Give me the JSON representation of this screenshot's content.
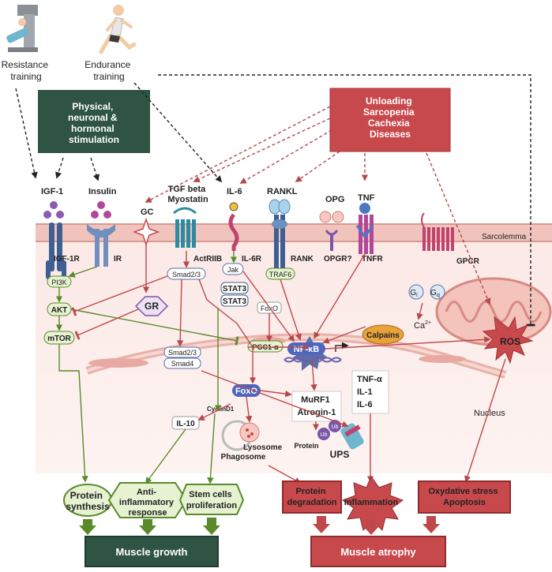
{
  "inputs": {
    "resistance_training": [
      "Resistance",
      "training"
    ],
    "endurance_training": [
      "Endurance",
      "training"
    ],
    "physical_stim": [
      "Physical,",
      "neuronal &",
      "hormonal",
      "stimulation"
    ],
    "unloading": [
      "Unloading",
      "Sarcopenia",
      "Cachexia",
      "Diseases"
    ]
  },
  "ligands": {
    "igf1": "IGF-1",
    "insulin": "Insulin",
    "gc": "GC",
    "tgf": [
      "TGF beta",
      "Myostatin"
    ],
    "il6": "IL-6",
    "rankl": "RANKL",
    "opg": "OPG",
    "tnf": "TNF"
  },
  "receptors": {
    "igf1r": "IGF-1R",
    "ir": "IR",
    "actriib": "ActRIIB",
    "il6r": "IL-6R",
    "rank": "RANK",
    "opgr": "OPGR?",
    "tnfr": "TNFR",
    "gpcr": "GPCR"
  },
  "membrane": {
    "sarcolemma": "Sarcolemma",
    "nucleus": "Nucleus"
  },
  "signaling": {
    "pi3k": "PI3K",
    "akt": "AKT",
    "mtor": "mTOR",
    "gr": "GR",
    "smad23": "Smad2/3",
    "smad23b": "Smad2/3",
    "smad4": "Smad4",
    "jak": "Jak",
    "stat3a": "STAT3",
    "stat3b": "STAT3",
    "foxo_cyto": "FoxO",
    "traf6": "TRAF6",
    "gi": "G",
    "gi_sub": "i",
    "gq": "G",
    "gq_sub": "q",
    "ca": "Ca",
    "ca_sup": "2+",
    "calpains": "Calpains",
    "ros": "ROS",
    "pgc1a": "PGC1-α",
    "nfkb": "NF-κB",
    "foxo_nuc": "FoxO",
    "tnfa": "TNF-α",
    "il1": "IL-1",
    "il6b": "IL-6",
    "murf1": "MuRF1",
    "atrogin1": "Atrogin-1",
    "cyclind1": "CyclinD1",
    "il10": "IL-10",
    "lysosome": "Lysosome",
    "phagosome": "Phagosome",
    "protein": "Protein",
    "ub1": "Ub",
    "ub2": "Ub",
    "ups": "UPS"
  },
  "outcomes": {
    "protein_synthesis": [
      "Protein",
      "synthesis"
    ],
    "anti_inflammatory": [
      "Anti-",
      "inflammatory",
      "response"
    ],
    "stem_cells": [
      "Stem cells",
      "proliferation"
    ],
    "muscle_growth": "Muscle growth",
    "protein_degradation": [
      "Protein",
      "degradation"
    ],
    "inflammation": "Inflammation",
    "oxidative": [
      "Oxydative stress",
      "Apoptosis"
    ],
    "muscle_atrophy": "Muscle atrophy"
  },
  "colors": {
    "green_dark": "#2f5443",
    "green_fill": "#e6f2d2",
    "green_line": "#5a8a2a",
    "red_dark": "#c0484b",
    "red_fill": "#d4575a",
    "purple": "#7b56a8",
    "blue_receptor": "#3e5f93",
    "membrane_pink": "#f2c8c2"
  }
}
